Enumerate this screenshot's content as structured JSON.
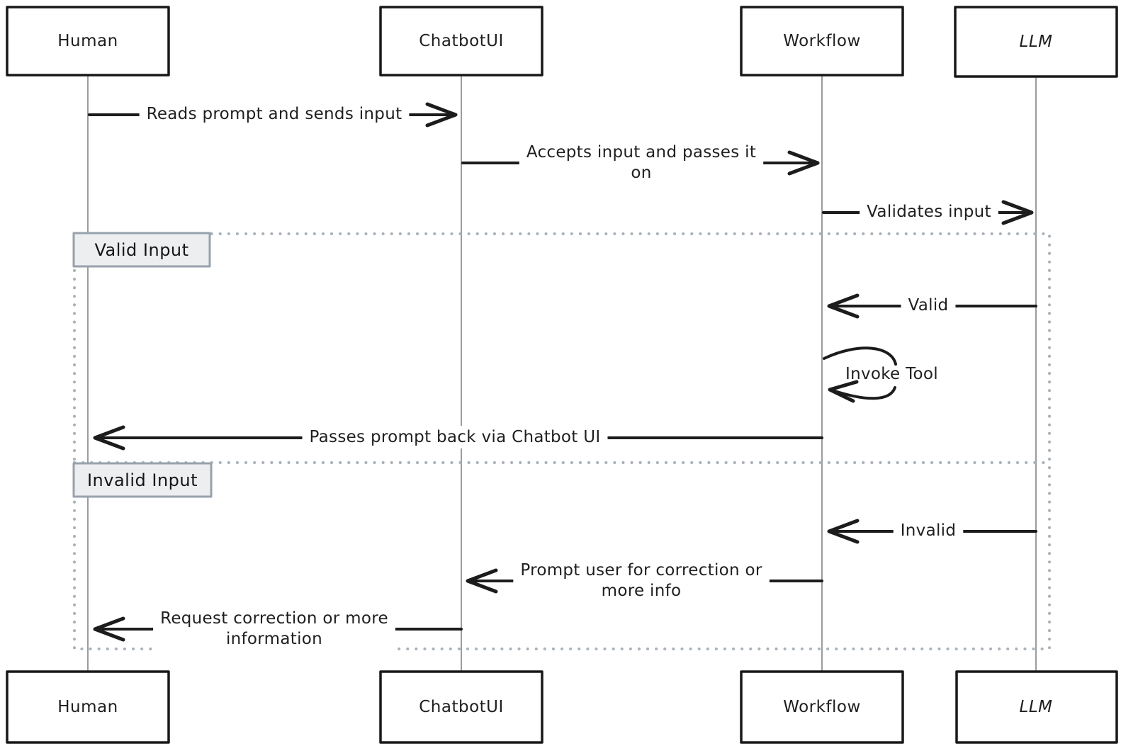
{
  "diagram": {
    "type": "sequence-diagram",
    "style": "hand-drawn",
    "actors": [
      {
        "id": "human",
        "label": "Human"
      },
      {
        "id": "chatbotui",
        "label": "ChatbotUI"
      },
      {
        "id": "workflow",
        "label": "Workflow"
      },
      {
        "id": "llm",
        "label": "LLM"
      }
    ],
    "messages": [
      {
        "from": "Human",
        "to": "ChatbotUI",
        "direction": "right",
        "label": "Reads prompt and sends input"
      },
      {
        "from": "ChatbotUI",
        "to": "Workflow",
        "direction": "right",
        "label": "Accepts input and passes it on",
        "lines": [
          "Accepts input and passes it",
          "on"
        ]
      },
      {
        "from": "Workflow",
        "to": "LLM",
        "direction": "right",
        "label": "Validates input"
      },
      {
        "from": "LLM",
        "to": "Workflow",
        "direction": "left",
        "section": "Valid Input",
        "label": "Valid"
      },
      {
        "from": "Workflow",
        "to": "Workflow",
        "direction": "self",
        "section": "Valid Input",
        "label": "Invoke Tool"
      },
      {
        "from": "Workflow",
        "to": "Human",
        "direction": "left",
        "section": "Valid Input",
        "label": "Passes prompt back via Chatbot UI"
      },
      {
        "from": "LLM",
        "to": "Workflow",
        "direction": "left",
        "section": "Invalid Input",
        "label": "Invalid"
      },
      {
        "from": "Workflow",
        "to": "ChatbotUI",
        "direction": "left",
        "section": "Invalid Input",
        "label": "Prompt user for correction or more info",
        "lines": [
          "Prompt user for correction or",
          "more info"
        ]
      },
      {
        "from": "ChatbotUI",
        "to": "Human",
        "direction": "left",
        "section": "Invalid Input",
        "label": "Request correction or more information",
        "lines": [
          "Request correction or more",
          "information"
        ]
      }
    ],
    "frames": [
      {
        "label": "Valid Input"
      },
      {
        "label": "Invalid Input"
      }
    ],
    "colors": {
      "ink": "#1c1c1c",
      "lifeline": "#9c9c9c",
      "frame_border": "#a9b2ba",
      "frame_label_fill": "#eceef0",
      "frame_label_border": "#98a2ac",
      "background": "#ffffff"
    }
  }
}
